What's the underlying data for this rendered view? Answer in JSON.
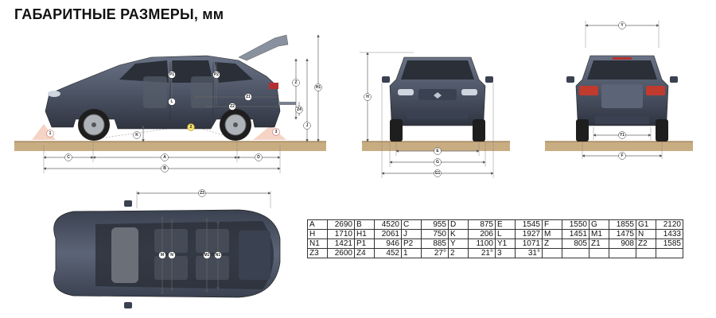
{
  "title": "ГАБАРИТНЫЕ РАЗМЕРЫ, мм",
  "markers": {
    "side": [
      "P1",
      "P2",
      "L",
      "Z",
      "Z4",
      "J",
      "H1",
      "Z1",
      "Z2",
      "K",
      "2",
      "1",
      "3",
      "C",
      "A",
      "D",
      "B"
    ],
    "front": [
      "H",
      "E",
      "G",
      "G1"
    ],
    "rear": [
      "Y",
      "Y1",
      "F"
    ],
    "top": [
      "Z3",
      "M",
      "N",
      "M1",
      "N1"
    ]
  },
  "table_rows": [
    [
      {
        "k": "A",
        "v": "2690"
      },
      {
        "k": "B",
        "v": "4520"
      },
      {
        "k": "C",
        "v": "955"
      },
      {
        "k": "D",
        "v": "875"
      },
      {
        "k": "E",
        "v": "1545"
      },
      {
        "k": "F",
        "v": "1550"
      },
      {
        "k": "G",
        "v": "1855"
      },
      {
        "k": "G1",
        "v": "2120"
      }
    ],
    [
      {
        "k": "H",
        "v": "1710"
      },
      {
        "k": "H1",
        "v": "2061"
      },
      {
        "k": "J",
        "v": "750"
      },
      {
        "k": "K",
        "v": "206"
      },
      {
        "k": "L",
        "v": "1927"
      },
      {
        "k": "M",
        "v": "1451"
      },
      {
        "k": "M1",
        "v": "1475"
      },
      {
        "k": "N",
        "v": "1433"
      }
    ],
    [
      {
        "k": "N1",
        "v": "1421"
      },
      {
        "k": "P1",
        "v": "946"
      },
      {
        "k": "P2",
        "v": "885"
      },
      {
        "k": "Y",
        "v": "1100"
      },
      {
        "k": "Y1",
        "v": "1071"
      },
      {
        "k": "Z",
        "v": "805"
      },
      {
        "k": "Z1",
        "v": "908"
      },
      {
        "k": "Z2",
        "v": "1585"
      }
    ],
    [
      {
        "k": "Z3",
        "v": "2600"
      },
      {
        "k": "Z4",
        "v": "452"
      },
      {
        "k": "1",
        "v": "27°"
      },
      {
        "k": "2",
        "v": "21°"
      },
      {
        "k": "3",
        "v": "31°"
      },
      {
        "k": "",
        "v": ""
      },
      {
        "k": "",
        "v": ""
      },
      {
        "k": "",
        "v": ""
      }
    ]
  ],
  "colors": {
    "body": "#4d5566",
    "body_dark": "#2f3440",
    "glass": "#2a2f38",
    "ground": "#c9ad82",
    "ground_line": "#8a6a3c",
    "angle_fill": "#f3c9b8",
    "marker_border": "#d08080"
  }
}
